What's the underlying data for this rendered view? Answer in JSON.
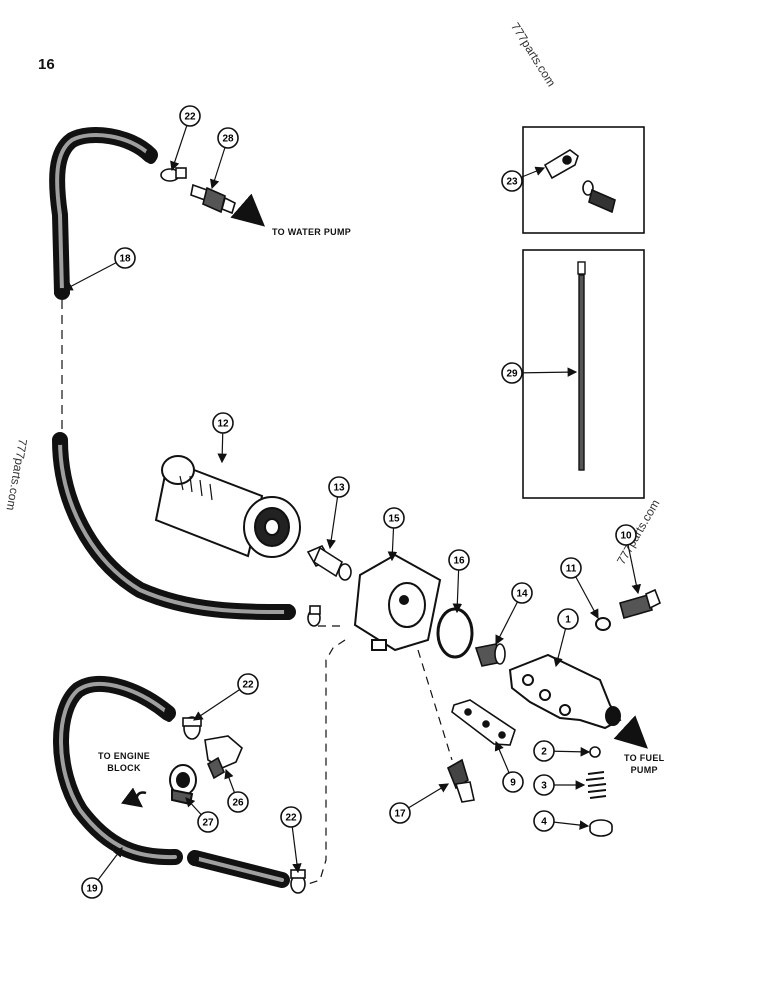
{
  "page_number": "16",
  "watermarks": [
    "777parts.com",
    "777parts.com",
    "777parts.com"
  ],
  "destinations": {
    "water_pump": "TO WATER PUMP",
    "engine_block_line1": "TO ENGINE",
    "engine_block_line2": "BLOCK",
    "fuel_pump_line1": "TO FUEL",
    "fuel_pump_line2": "PUMP"
  },
  "callouts": [
    {
      "label": "22",
      "part": "hose clamp (upper)"
    },
    {
      "label": "28",
      "part": "fitting (water pump)"
    },
    {
      "label": "18",
      "part": "hose (upper)"
    },
    {
      "label": "23",
      "part": "clip and bolt"
    },
    {
      "label": "29",
      "part": "tie strap"
    },
    {
      "label": "12",
      "part": "filter"
    },
    {
      "label": "13",
      "part": "nipple"
    },
    {
      "label": "15",
      "part": "filter adapter"
    },
    {
      "label": "16",
      "part": "o-ring"
    },
    {
      "label": "14",
      "part": "fitting"
    },
    {
      "label": "1",
      "part": "housing"
    },
    {
      "label": "11",
      "part": "lock washer"
    },
    {
      "label": "10",
      "part": "bolt"
    },
    {
      "label": "22",
      "part": "hose clamp (middle)"
    },
    {
      "label": "2",
      "part": "ball"
    },
    {
      "label": "3",
      "part": "spring"
    },
    {
      "label": "4",
      "part": "plug"
    },
    {
      "label": "9",
      "part": "gasket"
    },
    {
      "label": "17",
      "part": "elbow fitting"
    },
    {
      "label": "26",
      "part": "elbow"
    },
    {
      "label": "27",
      "part": "fitting (engine block)"
    },
    {
      "label": "22",
      "part": "hose clamp (lower)"
    },
    {
      "label": "19",
      "part": "hose (lower)"
    }
  ]
}
